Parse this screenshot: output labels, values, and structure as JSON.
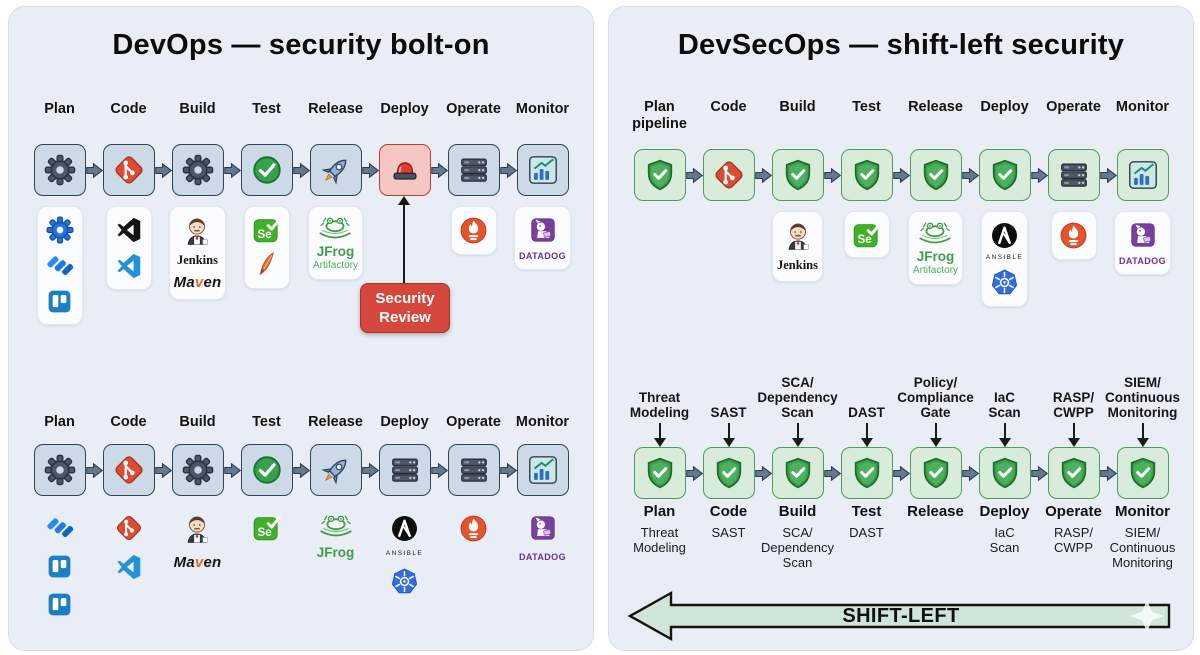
{
  "left": {
    "title": "DevOps — security bolt-on",
    "security_review": {
      "label": "Security Review",
      "column": 5
    },
    "pipelines": [
      {
        "labels": [
          [
            "Plan"
          ],
          [
            "Code"
          ],
          [
            "Build"
          ],
          [
            "Test"
          ],
          [
            "Release"
          ],
          [
            "Deploy"
          ],
          [
            "Operate"
          ],
          [
            "Monitor"
          ]
        ],
        "boxes": [
          "gear|devops",
          "git|devops",
          "gear|devops",
          "check|devops",
          "rocket|devops",
          "siren|alert",
          "servers|devops",
          "chart|devops"
        ],
        "cards": true,
        "tools": [
          [
            "icon:app-gear",
            "icon:jira",
            "icon:trello"
          ],
          [
            "icon:vscode-dark",
            "icon:vscode-blue"
          ],
          [
            "icon:jenkins",
            "text:jenkins",
            "text:maven"
          ],
          [
            "icon:selenium",
            "icon:feather"
          ],
          [
            "icon:jfrog",
            "text:jfrog",
            "text:artifactory"
          ],
          [],
          [
            "icon:prometheus"
          ],
          [
            "icon:datadog",
            "text:datadog"
          ]
        ]
      },
      {
        "labels": [
          [
            "Plan"
          ],
          [
            "Code"
          ],
          [
            "Build"
          ],
          [
            "Test"
          ],
          [
            "Release"
          ],
          [
            "Deploy"
          ],
          [
            "Operate"
          ],
          [
            "Monitor"
          ]
        ],
        "boxes": [
          "gear|devops",
          "git|devops",
          "gear|devops",
          "check|devops",
          "rocket|devops",
          "servers|devops",
          "servers|devops",
          "chart|devops"
        ],
        "cards": false,
        "tools": [
          [
            "icon:jira",
            "icon:trello",
            "icon:trello"
          ],
          [
            "icon:git-small",
            "icon:vscode-blue"
          ],
          [
            "icon:jenkins",
            "text:maven"
          ],
          [
            "icon:selenium"
          ],
          [
            "icon:jfrog",
            "text:jfrog"
          ],
          [
            "icon:ansible",
            "text:ansible",
            "icon:kubernetes"
          ],
          [
            "icon:prometheus"
          ],
          [
            "icon:datadog",
            "text:datadog"
          ]
        ]
      }
    ]
  },
  "right": {
    "title": "DevSecOps — shift-left security",
    "top": {
      "labels": [
        [
          "Plan",
          "pipeline"
        ],
        [
          "Code"
        ],
        [
          "Build"
        ],
        [
          "Test"
        ],
        [
          "Release"
        ],
        [
          "Deploy"
        ],
        [
          "Operate"
        ],
        [
          "Monitor"
        ]
      ],
      "boxes": [
        "shield|devsec",
        "git|devsec",
        "shield|devsec",
        "shield|devsec",
        "shield|devsec",
        "shield|devsec",
        "servers|devsec",
        "chart|devsec"
      ],
      "cards": true,
      "tools": [
        [],
        [],
        [
          "icon:jenkins",
          "text:jenkins"
        ],
        [
          "icon:selenium"
        ],
        [
          "icon:jfrog",
          "text:jfrog",
          "text:artifactory"
        ],
        [
          "icon:ansible",
          "text:ansible",
          "icon:kubernetes"
        ],
        [
          "icon:prometheus"
        ],
        [
          "icon:datadog",
          "text:datadog"
        ]
      ]
    },
    "practices": [
      [
        "Threat",
        "Modeling"
      ],
      [
        "SAST"
      ],
      [
        "SCA/",
        "Dependency",
        "Scan"
      ],
      [
        "DAST"
      ],
      [
        "Policy/",
        "Compliance",
        "Gate"
      ],
      [
        "IaC",
        "Scan"
      ],
      [
        "RASP/",
        "CWPP"
      ],
      [
        "SIEM/",
        "Continuous",
        "Monitoring"
      ]
    ],
    "bottom": {
      "boxes": [
        "shield|devsec",
        "shield|devsec",
        "shield|devsec",
        "shield|devsec",
        "shield|devsec",
        "shield|devsec",
        "shield|devsec",
        "shield|devsec"
      ],
      "labels": [
        "Plan",
        "Code",
        "Build",
        "Test",
        "Release",
        "Deploy",
        "Operate",
        "Monitor"
      ],
      "sublabels": [
        [
          "Threat",
          "Modeling"
        ],
        [
          "SAST"
        ],
        [
          "SCA/",
          "Dependency",
          "Scan"
        ],
        [
          "DAST"
        ],
        [],
        [
          "IaC",
          "Scan"
        ],
        [
          "RASP/",
          "CWPP"
        ],
        [
          "SIEM/",
          "Continuous",
          "Monitoring"
        ]
      ]
    },
    "shift_left": "SHIFT-LEFT"
  },
  "logo_texts": {
    "jenkins": "Jenkins",
    "maven": "Maven",
    "jfrog": "JFrog",
    "artifactory": "Artifactory",
    "datadog": "DATADOG",
    "ansible": "ANSIBLE",
    "selenium": "Se"
  },
  "colors": {
    "panel_bg": "#e9edf5",
    "devops_box": "#ccd9e6",
    "devops_border": "#2f4456",
    "devsec_box": "#d8ecd9",
    "devsec_border": "#4f9c5e",
    "alert_box": "#f6c6c4",
    "alert_border": "#c13a2e",
    "flow_arrow": "#64798e",
    "security_review_bg": "#d5473c",
    "shift_arrow_bg": "#cfe5d8"
  }
}
